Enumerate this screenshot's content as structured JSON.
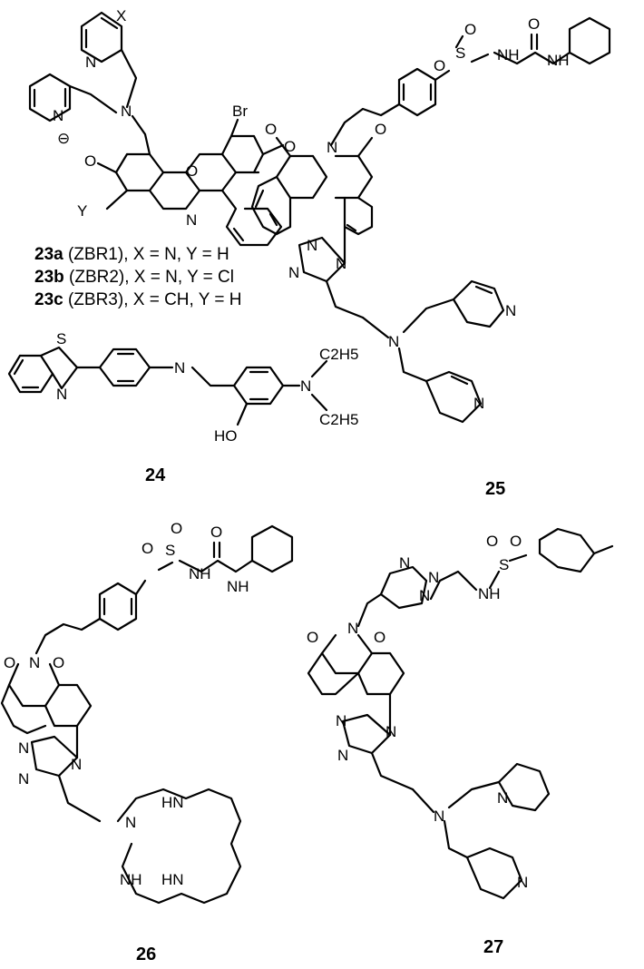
{
  "compounds": {
    "c23": {
      "atoms": {
        "x": "X",
        "n1": "N",
        "n2": "N",
        "n3": "N",
        "n4": "N",
        "o1": "O",
        "o2": "O",
        "o3": "O",
        "br": "Br",
        "y": "Y",
        "minus": "⊖"
      },
      "captions": [
        {
          "id": "23a",
          "text": " (ZBR1), X = N, Y = H"
        },
        {
          "id": "23b",
          "text": " (ZBR2), X = N, Y = Cl"
        },
        {
          "id": "23c",
          "text": " (ZBR3), X = CH, Y = H"
        }
      ]
    },
    "c24": {
      "label": "24",
      "atoms": {
        "s": "S",
        "n1": "N",
        "n2": "N",
        "n3": "N",
        "ho": "HO",
        "et1": "C2H5",
        "et2": "C2H5"
      }
    },
    "c25": {
      "label": "25",
      "atoms": {
        "s": "S",
        "o1": "O",
        "o2": "O",
        "nh1": "NH",
        "nh2": "NH",
        "o3": "O",
        "n_imide": "N",
        "o4": "O",
        "o5": "O",
        "tn1": "N",
        "tn2": "N",
        "tn3": "N",
        "n_amine": "N",
        "py1": "N",
        "py2": "N"
      }
    },
    "c26": {
      "label": "26",
      "atoms": {
        "s": "S",
        "o1": "O",
        "o2": "O",
        "nh1": "NH",
        "nh2": "NH",
        "o3": "O",
        "n_imide": "N",
        "o4": "O",
        "o5": "O",
        "tn1": "N",
        "tn2": "N",
        "tn3": "N",
        "mn1": "N",
        "mn2": "HN",
        "mn3": "HN",
        "mn4": "NH"
      }
    },
    "c27": {
      "label": "27",
      "atoms": {
        "s": "S",
        "o1": "O",
        "o2": "O",
        "nh": "NH",
        "tn1": "N",
        "tn2": "N",
        "tn3": "N",
        "n_imide": "N",
        "o4": "O",
        "o5": "O",
        "tn4": "N",
        "tn5": "N",
        "tn6": "N",
        "n_amine": "N",
        "py1": "N",
        "py2": "N"
      }
    }
  }
}
